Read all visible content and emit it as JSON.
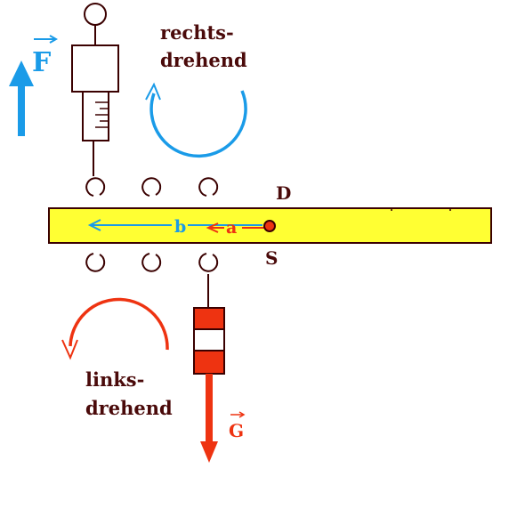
{
  "labels": {
    "force_F": "F",
    "force_G": "G",
    "arm_a": "a",
    "arm_b": "b",
    "pivot_D": "D",
    "center_S": "S",
    "rotation_right_line1": "rechts-",
    "rotation_right_line2": "drehend",
    "rotation_left_line1": "links-",
    "rotation_left_line2": "drehend"
  },
  "colors": {
    "lever_fill": "#ffff33",
    "blue": "#1a9be8",
    "red": "#ee3311",
    "text_dark": "#4a0a0a",
    "outline": "#3a0000"
  },
  "icons": {
    "spring_scale": "spring-scale-icon",
    "weight": "hanging-weight-icon",
    "hook": "hook-icon"
  }
}
